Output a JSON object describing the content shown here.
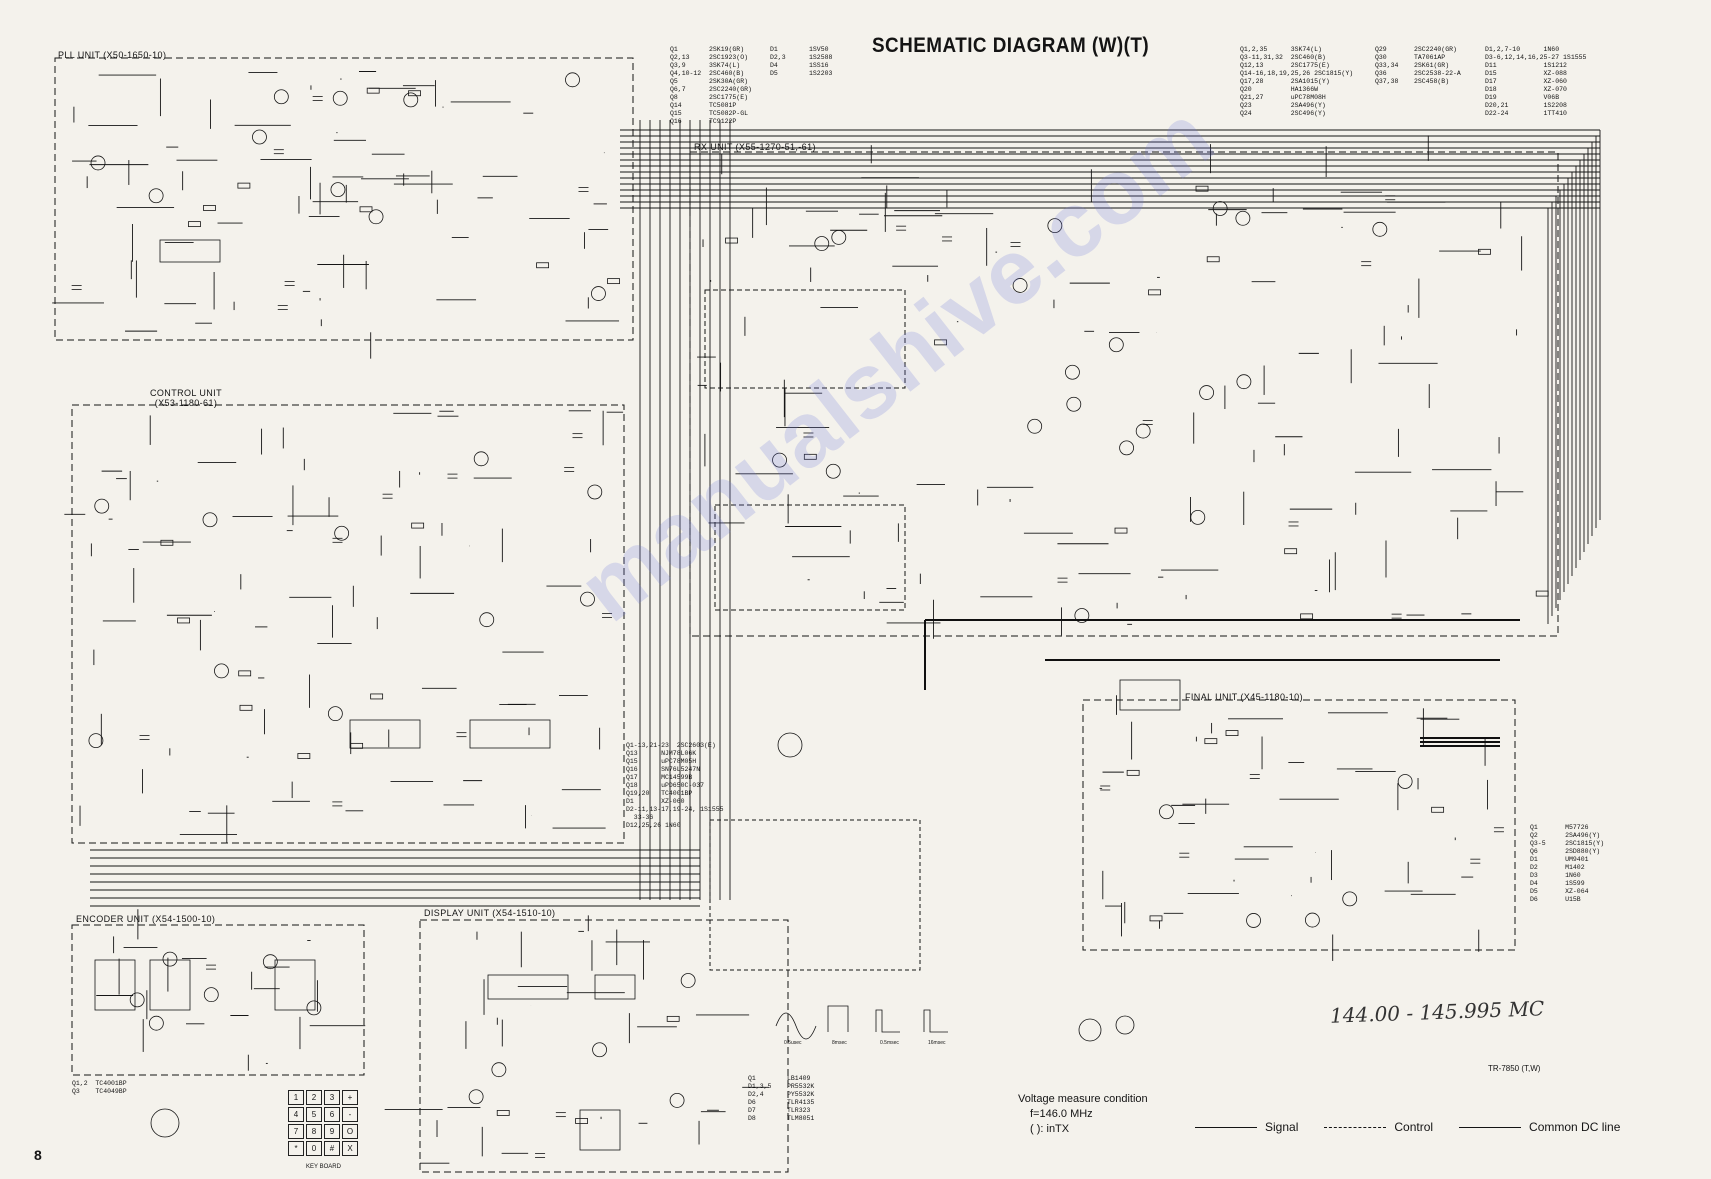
{
  "title": "SCHEMATIC DIAGRAM (W)(T)",
  "units": {
    "pll": "PLL UNIT (X50-1650-10)",
    "control": "CONTROL UNIT\n(X53-1180-61)",
    "rx": "RX UNIT (X55-1270-51,-61)",
    "final": "FINAL UNIT (X45-1180-10)",
    "encoder": "ENCODER UNIT (X54-1500-10)",
    "display": "DISPLAY UNIT (X54-1510-10)"
  },
  "parts_lists": {
    "top_a": "Q1        2SK19(GR)\nQ2,13     2SC1923(O)\nQ3,9      3SK74(L)\nQ4,10-12  2SC460(B)\nQ5        2SK30A(GR)\nQ6,7      2SC2240(GR)\nQ8        2SC1775(E)\nQ14       TC5081P\nQ15       TC5082P-GL\nQ16       TC9122P",
    "top_b": "D1        1SV50\nD2,3      1S2588\nD4        1SS16\nD5        1S2203",
    "top_c": "Q1,2,35      3SK74(L)\nQ3-11,31,32  2SC460(B)\nQ12,13       2SC1775(E)\nQ14-16,18,19,25,26 2SC1815(Y)\nQ17,28       2SA1015(Y)\nQ20          HA1366W\nQ21,27       uPC78M08H\nQ23          2SA496(Y)\nQ24          2SC496(Y)",
    "top_d": "Q29       2SC2240(GR)\nQ30       TA7061AP\nQ33,34    2SK61(GR)\nQ36       2SC2538-22-A\nQ37,38    2SC458(B)",
    "top_e": "D1,2,7-10      1N60\nD3-6,12,14,16,25-27 1S1555\nD11            1S1212\nD15            XZ-088\nD17            XZ-060\nD18            XZ-070\nD19            V06B\nD20,21         1S2208\nD22-24         1TT410",
    "control": "Q1-13,21-23  2SC2603(E)\nQ13      NJM78L06K\nQ15      uPC78M05H\nQ16      SN76L5247N\nQ17      MC14599B\nQ18      uPD650C-037\nQ19,20   TC4001BP\nD1       XZ-060\nD2-11,13-17,19-24, 1S1555\n  33-36\nD12,25,26 1N60",
    "final": "Q1       M57726\nQ2       2SA496(Y)\nQ3-5     2SC1815(Y)\nQ6       2SD880(Y)\nD1       UM9401\nD2       M1402\nD3       1N60\nD4       1S599\nD5       XZ-064\nD6       U15B",
    "encoder": "Q1,2  TC4001BP\nQ3    TC4049BP",
    "display": "Q1        LB1409\nD1,3,5    PR5532K\nD2,4      PY5532K\nD6        TLR4135\nD7        TLR323\nD8        TLM8051"
  },
  "voltage_condition": {
    "heading": "Voltage measure condition",
    "freq": "f=146.0 MHz",
    "note": "( ): inTX"
  },
  "legend": {
    "signal": "Signal",
    "control": "Control",
    "dc": "Common DC line"
  },
  "page_number": "8",
  "model_tag": "TR-7850 (T,W)",
  "handwritten_note": "144.00 - 145.995 MC",
  "watermark": "manualshive.com",
  "keypad": [
    "1",
    "2",
    "3",
    "+",
    "4",
    "5",
    "6",
    "-",
    "7",
    "8",
    "9",
    "O",
    "*",
    "0",
    "#",
    "X"
  ],
  "keypad_label": "KEY BOARD",
  "waveform_labels": [
    "0.5usec",
    "8msec",
    "0.5msec",
    "16msec"
  ]
}
